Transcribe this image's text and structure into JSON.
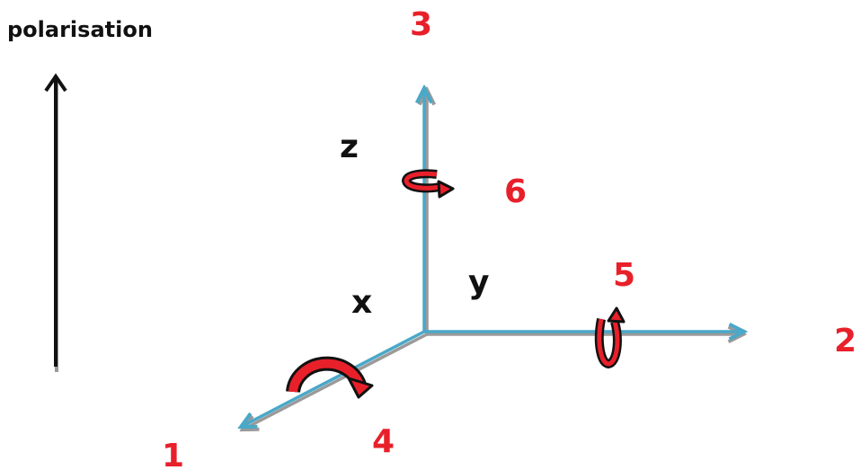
{
  "title": "polarisation",
  "axes": {
    "x": "x",
    "y": "y",
    "z": "z"
  },
  "modes": {
    "m1": "1",
    "m2": "2",
    "m3": "3",
    "m4": "4",
    "m5": "5",
    "m6": "6"
  },
  "colors": {
    "axis": "#4aa8c8",
    "shadow": "#9a9a9a",
    "mode_label": "#e8202a",
    "rotation_fill": "#e8202a",
    "rotation_outline": "#111111",
    "text": "#111111"
  }
}
